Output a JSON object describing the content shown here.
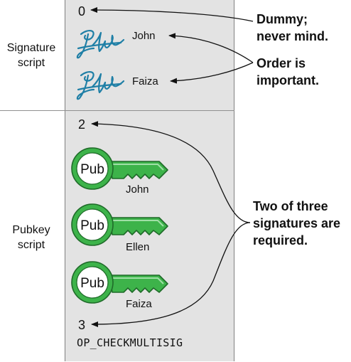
{
  "signature_script": {
    "label_line1": "Signature",
    "label_line2": "script",
    "dummy": "0",
    "signatures": [
      {
        "name": "John"
      },
      {
        "name": "Faiza"
      }
    ]
  },
  "pubkey_script": {
    "label_line1": "Pubkey",
    "label_line2": "script",
    "m": "2",
    "keys": [
      {
        "badge": "Pub",
        "name": "John"
      },
      {
        "badge": "Pub",
        "name": "Ellen"
      },
      {
        "badge": "Pub",
        "name": "Faiza"
      }
    ],
    "n": "3",
    "opcode": "OP_CHECKMULTISIG"
  },
  "annotations": {
    "dummy_line1": "Dummy;",
    "dummy_line2": "never mind.",
    "order_line1": "Order is",
    "order_line2": "important.",
    "threshold_line1": "Two of three",
    "threshold_line2": "signatures are",
    "threshold_line3": "required."
  },
  "colors": {
    "panel": "#e3e3e3",
    "key_green": "#3db34a",
    "signature_blue": "#1f7fa6"
  }
}
